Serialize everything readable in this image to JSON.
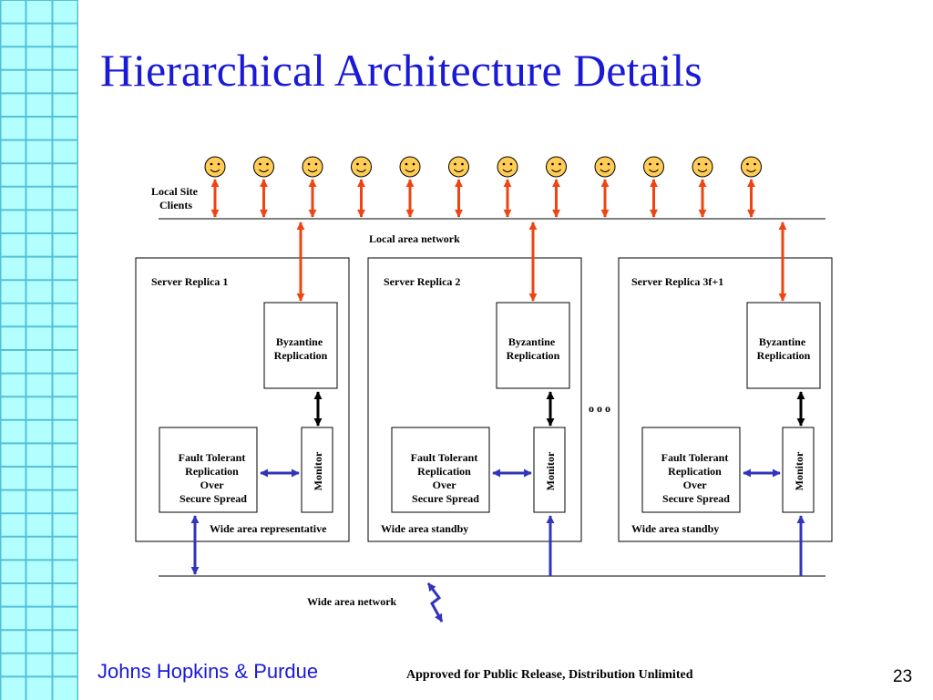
{
  "slide": {
    "title": "Hierarchical Architecture Details",
    "footer_left": "Johns Hopkins & Purdue",
    "footer_center": "Approved for Public Release, Distribution Unlimited",
    "page_number": "23"
  },
  "diagram": {
    "local_site_clients_label": [
      "Local Site",
      "Clients"
    ],
    "client_count": 12,
    "client_icon": "smiley-face-icon",
    "lan_label": "Local area network",
    "wan_label": "Wide area network",
    "ellipsis": "o o o",
    "replicas": [
      {
        "title": "Server Replica 1",
        "byzantine": [
          "Byzantine",
          "Replication"
        ],
        "ftr": [
          "Fault Tolerant",
          "Replication",
          "Over",
          "Secure Spread"
        ],
        "monitor": "Monitor",
        "role": "Wide area representative"
      },
      {
        "title": "Server Replica 2",
        "byzantine": [
          "Byzantine",
          "Replication"
        ],
        "ftr": [
          "Fault Tolerant",
          "Replication",
          "Over",
          "Secure Spread"
        ],
        "monitor": "Monitor",
        "role": "Wide area standby"
      },
      {
        "title": "Server Replica 3f+1",
        "byzantine": [
          "Byzantine",
          "Replication"
        ],
        "ftr": [
          "Fault Tolerant",
          "Replication",
          "Over",
          "Secure Spread"
        ],
        "monitor": "Monitor",
        "role": "Wide area standby"
      }
    ]
  },
  "colors": {
    "title": "#1a1ad6",
    "red_arrow": "#ee4411",
    "blue_arrow": "#3333bb",
    "grid_fill": "#b3ffff",
    "grid_line": "#55c0d6",
    "smiley_fill": "#ffcc55"
  }
}
